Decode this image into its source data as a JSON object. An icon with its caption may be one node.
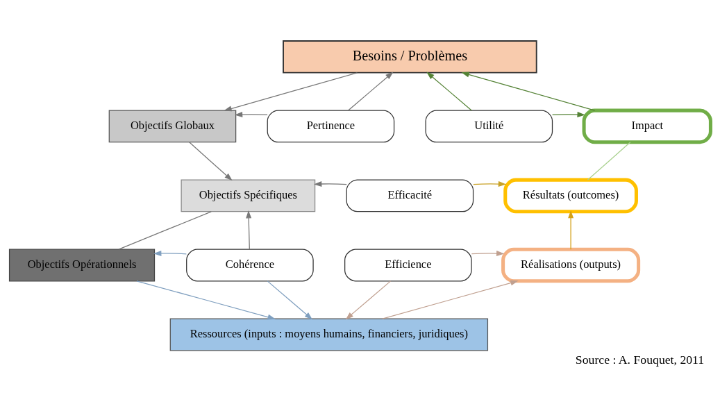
{
  "diagram": {
    "caption": "Source : A. Fouquet, 2011",
    "nodes": [
      {
        "text": [
          "Besoins / Problèmes"
        ]
      },
      {
        "text": [
          "Objectifs Globaux"
        ]
      },
      {
        "text": [
          "Pertinence"
        ]
      },
      {
        "text": [
          "Utilité"
        ]
      },
      {
        "text": [
          "Impact"
        ]
      },
      {
        "text": [
          "Objectifs Spécifiques"
        ]
      },
      {
        "text": [
          "Efficacité"
        ]
      },
      {
        "text": [
          "Résultats (outcomes)"
        ]
      },
      {
        "text": [
          "Objectifs Opérationnels"
        ]
      },
      {
        "text": [
          "Cohérence"
        ]
      },
      {
        "text": [
          "Efficience"
        ]
      },
      {
        "text": [
          "Réalisations (outputs)"
        ]
      },
      {
        "text": [
          "Ressources (inputs : moyens humains, financiers, juridiques)"
        ]
      }
    ],
    "edges": [
      {
        "from": 0,
        "to": 1,
        "arrow": "to"
      },
      {
        "from": 2,
        "to": 1,
        "arrow": "to"
      },
      {
        "from": 2,
        "to": 0,
        "arrow": "to"
      },
      {
        "from": 3,
        "to": 0,
        "arrow": "to",
        "color": "#548235"
      },
      {
        "from": 3,
        "to": 4,
        "arrow": "to",
        "color": "#548235"
      },
      {
        "from": 4,
        "to": 0,
        "arrow": "to",
        "color": "#548235"
      },
      {
        "from": 1,
        "to": 5,
        "arrow": "to"
      },
      {
        "from": 6,
        "to": 5,
        "arrow": "to"
      },
      {
        "from": 6,
        "to": 7,
        "arrow": "to",
        "color": "#c9a227"
      },
      {
        "from": 9,
        "to": 5,
        "arrow": "to"
      },
      {
        "from": 5,
        "to": 8,
        "arrow": "none"
      },
      {
        "from": 4,
        "to": 7,
        "arrow": "none",
        "color": "#a9d18e"
      },
      {
        "from": 11,
        "to": 7,
        "arrow": "to",
        "color": "#d4a017"
      },
      {
        "from": 9,
        "to": 8,
        "arrow": "to",
        "color": "#7f9fbf"
      },
      {
        "from": 9,
        "to": 12,
        "arrow": "to",
        "color": "#7f9fbf"
      },
      {
        "from": 8,
        "to": 12,
        "arrow": "to",
        "color": "#7f9fbf"
      },
      {
        "from": 10,
        "to": 11,
        "arrow": "to",
        "color": "#c0a090"
      },
      {
        "from": 10,
        "to": 12,
        "arrow": "to",
        "color": "#c0a090"
      },
      {
        "from": 12,
        "to": 11,
        "arrow": "to",
        "color": "#c0a090"
      }
    ]
  }
}
